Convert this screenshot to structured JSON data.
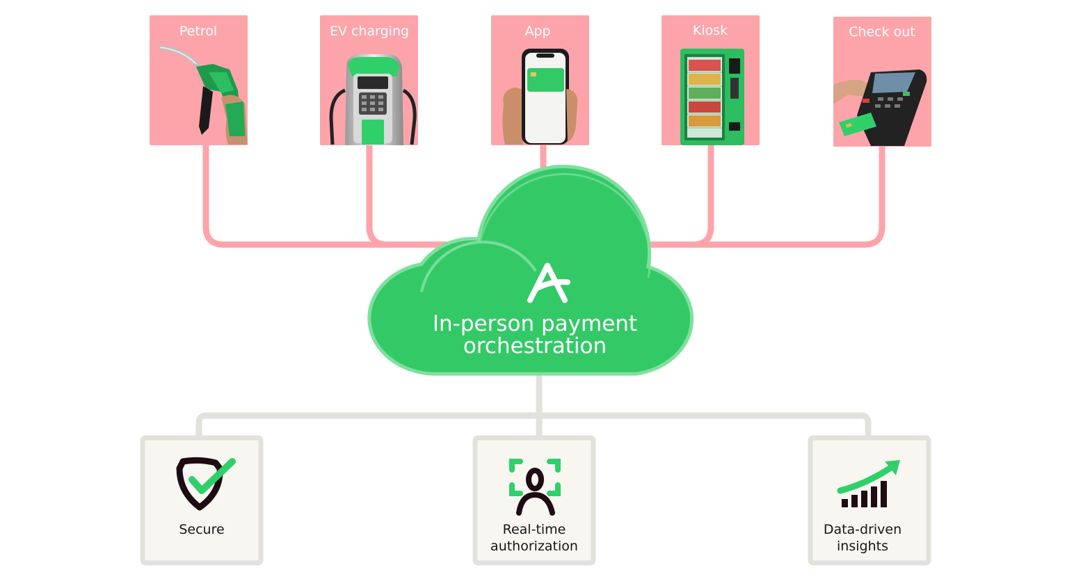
{
  "channels": [
    {
      "id": "petrol",
      "label": "Petrol",
      "icon": "fuel-nozzle-icon"
    },
    {
      "id": "ev",
      "label": "EV charging",
      "icon": "ev-charger-icon"
    },
    {
      "id": "app",
      "label": "App",
      "icon": "smartphone-icon"
    },
    {
      "id": "kiosk",
      "label": "Kiosk",
      "icon": "vending-machine-icon"
    },
    {
      "id": "checkout",
      "label": "Check out",
      "icon": "card-terminal-icon"
    }
  ],
  "hub": {
    "line1": "In-person payment",
    "line2": "orchestration",
    "logo_icon": "a-logo-icon"
  },
  "benefits": [
    {
      "id": "secure",
      "lines": [
        "Secure"
      ],
      "icon": "shield-check-icon"
    },
    {
      "id": "realtime",
      "lines": [
        "Real-time",
        "authorization"
      ],
      "icon": "face-scan-icon"
    },
    {
      "id": "insights",
      "lines": [
        "Data-driven",
        "insights"
      ],
      "icon": "growth-chart-icon"
    }
  ],
  "colors": {
    "card_pink": "#fda4aa",
    "connector_pink": "#fda4aa",
    "cloud_green": "#34c967",
    "cloud_edge": "#7fe09e",
    "connector_grey": "#e2e1dc",
    "benefit_bg": "#f7f6f0",
    "benefit_border": "#e2e1dc",
    "icon_dark": "#1f0c12",
    "icon_green": "#2fd06a",
    "text_dark": "#161616",
    "text_white": "#ffffff"
  }
}
